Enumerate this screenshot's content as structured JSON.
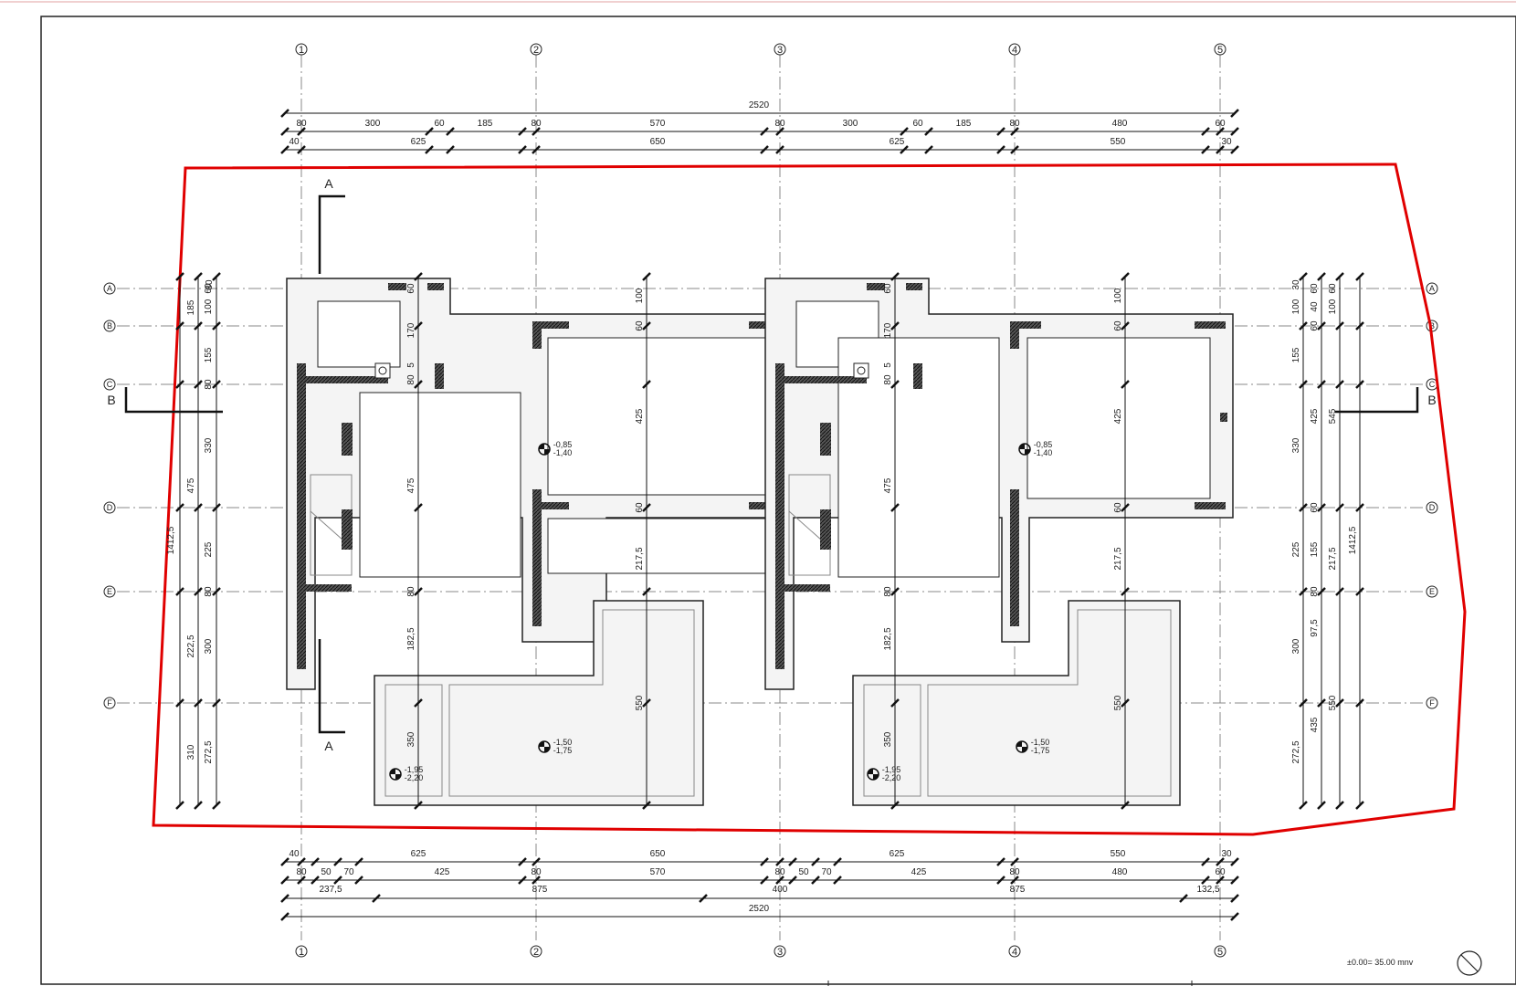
{
  "drawing": {
    "grid_numbers": [
      "1",
      "2",
      "3",
      "4",
      "5"
    ],
    "grid_letters": [
      "A",
      "B",
      "C",
      "D",
      "E",
      "F"
    ],
    "section_marks": {
      "a_top": "A",
      "a_bottom": "A",
      "b_left": "B",
      "b_right": "B"
    },
    "level_note": "±0.00= 35.00 mnv"
  },
  "dims_top": {
    "overall": "2520",
    "row2": [
      "80",
      "300",
      "60",
      "185",
      "80",
      "570",
      "80",
      "300",
      "60",
      "185",
      "80",
      "480",
      "60"
    ],
    "row3": [
      "40",
      "625",
      "650",
      "625",
      "550",
      "30"
    ]
  },
  "dims_bottom": {
    "row1": [
      "40",
      "625",
      "650",
      "625",
      "550",
      "30"
    ],
    "row2": [
      "80",
      "50",
      "70",
      "425",
      "80",
      "570",
      "80",
      "50",
      "70",
      "425",
      "80",
      "480",
      "60"
    ],
    "row3": [
      "237,5",
      "875",
      "400",
      "875",
      "132,5"
    ],
    "overall": "2520"
  },
  "dims_left": {
    "outer": "1412,5",
    "chain1": [
      "185",
      "475",
      "222,5",
      "310"
    ],
    "chain2": [
      "60",
      "100",
      "155",
      "80",
      "330",
      "225",
      "80",
      "300",
      "272,5"
    ],
    "chain3": [
      "30"
    ]
  },
  "dims_right": {
    "chain1": [
      "30",
      "100",
      "155",
      "330",
      "225",
      "300",
      "272,5"
    ],
    "chain2": [
      "60",
      "40",
      "60",
      "425",
      "60",
      "155",
      "80",
      "97,5",
      "435"
    ],
    "chain3": [
      "60",
      "100",
      "545",
      "217,5",
      "550"
    ],
    "outer": "1412,5"
  },
  "interior_dims": {
    "unit1_col": [
      "60",
      "170",
      "5",
      "80",
      "475",
      "80",
      "182,5",
      "350"
    ],
    "unit1_room": [
      "100",
      "60",
      "425",
      "60",
      "217,5",
      "550"
    ],
    "unit2_col": [
      "60",
      "170",
      "5",
      "80",
      "475",
      "80",
      "182,5",
      "350"
    ],
    "unit2_room": [
      "100",
      "60",
      "425",
      "60",
      "217,5",
      "550"
    ]
  },
  "levels": {
    "u1_room": [
      "-0,85",
      "-1,40"
    ],
    "u1_pool": [
      "-1,50",
      "-1,75"
    ],
    "u1_pool_deep": [
      "-1,95",
      "-2,20"
    ],
    "u2_room": [
      "-0,85",
      "-1,40"
    ],
    "u2_pool": [
      "-1,50",
      "-1,75"
    ],
    "u2_pool_deep": [
      "-1,95",
      "-2,20"
    ]
  },
  "colors": {
    "boundary": "#e00000",
    "wall": "#2a2a2a",
    "grid": "#888888",
    "dim": "#111111"
  }
}
